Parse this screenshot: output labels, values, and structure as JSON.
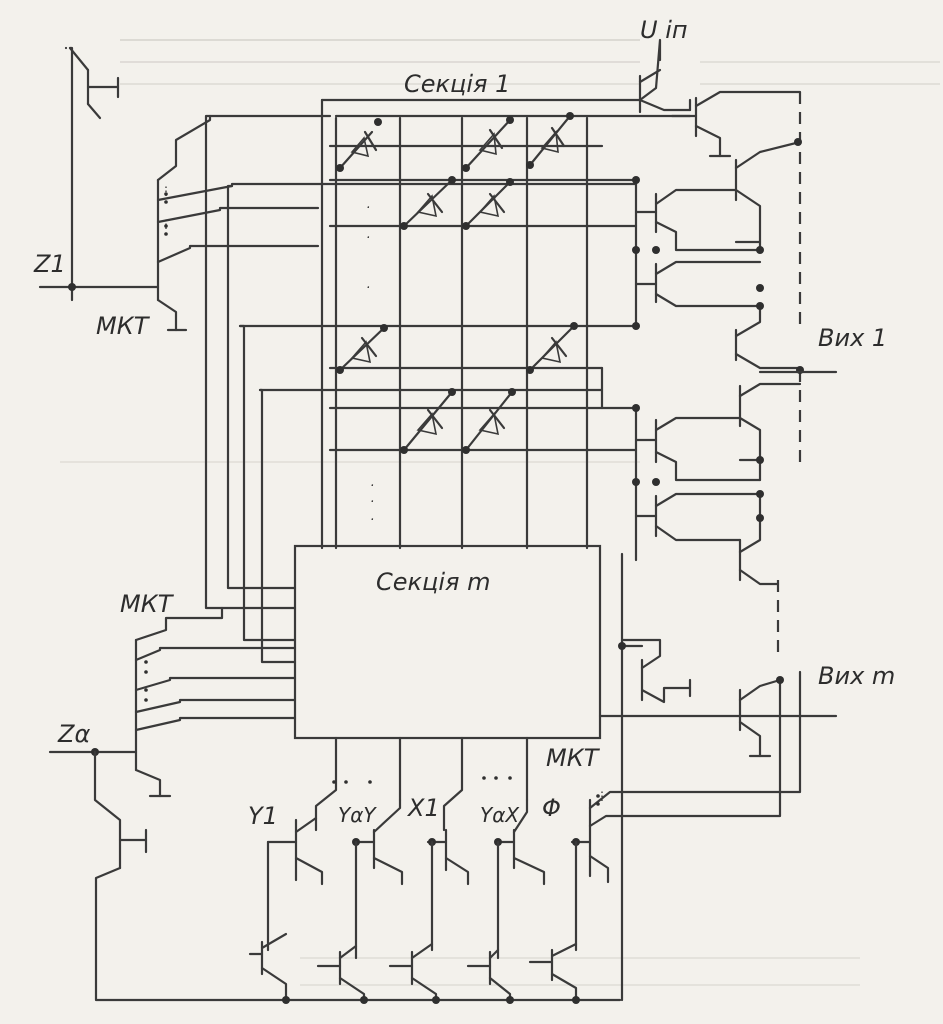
{
  "labels": {
    "supply": "U іп",
    "section_first": "Секція 1",
    "section_last": "Секція m",
    "input_z1": "Z1",
    "input_za": "Zα",
    "mkt_top": "МКТ",
    "mkt_mid": "МКТ",
    "mkt_bottom": "МКТ",
    "out_1": "Вих 1",
    "out_m": "Вих m",
    "y1": "Y1",
    "yay": "YαY",
    "x1": "X1",
    "yax": "YαX",
    "phi": "Φ"
  },
  "colors": {
    "paper": "#f3f1ec",
    "ink": "#3a3a3a"
  }
}
